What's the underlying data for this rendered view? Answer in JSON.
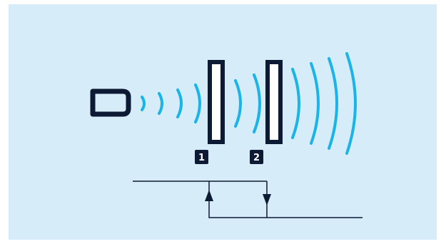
{
  "colors": {
    "background_panel": "#d6ecf8",
    "ink": "#0d1a33",
    "wave": "#1ab4e8",
    "label_fill": "#0d1a33",
    "label_text": "#ffffff",
    "plate_fill": "#ffffff"
  },
  "icons": {
    "sensor": "ultrasonic-sensor-icon",
    "waves": "sound-wave-arcs",
    "plates": "target-plate"
  },
  "targets": [
    {
      "label": "1"
    },
    {
      "label": "2"
    }
  ]
}
